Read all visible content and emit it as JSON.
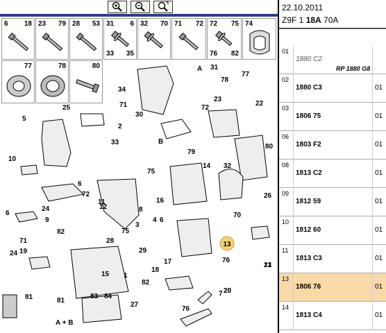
{
  "toolbar": {
    "zoom_in_icon": "zoom-in-icon",
    "zoom_out_icon": "zoom-out-icon",
    "zoom_fit_icon": "zoom-fit-icon"
  },
  "thumbnails": [
    {
      "n1": "6",
      "n2": "18"
    },
    {
      "n1": "23",
      "n2": "79"
    },
    {
      "n1": "28",
      "n2": "53"
    },
    {
      "n1": "31",
      "n2": "6",
      "n3": "33",
      "n4": "35"
    },
    {
      "n1": "32",
      "n2": "70"
    },
    {
      "n1": "71",
      "n2": "72"
    },
    {
      "n1": "72",
      "n2": "75",
      "n3": "76",
      "n4": "82"
    },
    {
      "n1": "74",
      "n2": ""
    },
    {
      "n1": "",
      "n2": "77"
    },
    {
      "n1": "",
      "n2": "78"
    },
    {
      "n1": "",
      "n2": "80"
    }
  ],
  "diagram": {
    "labels": [
      "31",
      "77",
      "78",
      "23",
      "72",
      "22",
      "34",
      "30",
      "A",
      "25",
      "71",
      "2",
      "5",
      "33",
      "B",
      "79",
      "75",
      "10",
      "14",
      "32",
      "80",
      "24",
      "6",
      "11",
      "12",
      "72",
      "9",
      "6",
      "8",
      "16",
      "4",
      "3",
      "75",
      "6",
      "70",
      "26",
      "19",
      "82",
      "28",
      "71",
      "24",
      "29",
      "82",
      "18",
      "17",
      "76",
      "1",
      "13",
      "21",
      "84",
      "83",
      "15",
      "7",
      "20",
      "20",
      "81",
      "27",
      "76",
      "81",
      "A + B"
    ],
    "callout": "13"
  },
  "header": {
    "date": "22.10.2011",
    "model_prefix": "Z9F 1 ",
    "model_bold": "18A",
    "model_suffix": " 70A"
  },
  "parts": [
    {
      "idx": "01",
      "ref": "1880 C2",
      "qty": "",
      "italic": true,
      "alt": "RP 1880 G8"
    },
    {
      "idx": "02",
      "ref": "1880 C3",
      "qty": "01"
    },
    {
      "idx": "03",
      "ref": "1806 75",
      "qty": "01"
    },
    {
      "idx": "06",
      "ref": "1803 F2",
      "qty": "01"
    },
    {
      "idx": "08",
      "ref": "1813 C2",
      "qty": "01"
    },
    {
      "idx": "09",
      "ref": "1812 59",
      "qty": "01"
    },
    {
      "idx": "10",
      "ref": "1812 60",
      "qty": "01"
    },
    {
      "idx": "11",
      "ref": "1813 C3",
      "qty": "01"
    },
    {
      "idx": "13",
      "ref": "1806 76",
      "qty": "01",
      "selected": true
    },
    {
      "idx": "14",
      "ref": "1813 C4",
      "qty": "01"
    }
  ],
  "colors": {
    "selected_row": "#f9d9a8",
    "nav_strip": "#2d3b8f",
    "callout_fill": "#f3d27a"
  }
}
